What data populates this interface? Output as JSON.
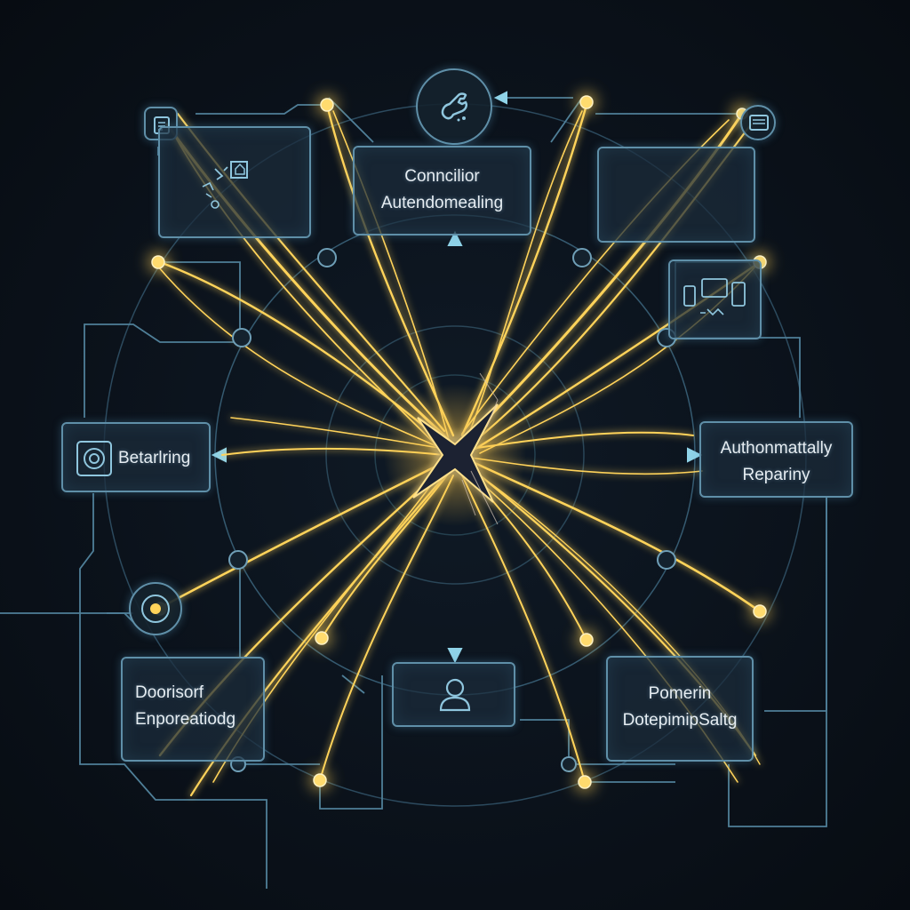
{
  "nodes": {
    "top_center": {
      "line1": "Conncilior",
      "line2": "Autendomealing"
    },
    "left": {
      "label": "Betarlring"
    },
    "right": {
      "line1": "Authonmattally",
      "line2": "Repariny"
    },
    "bottom_left": {
      "line1": "Doorisorf",
      "line2": "Enporeatiodg"
    },
    "bottom_right": {
      "line1": "Pomerin",
      "line2": "DotepimipSaltg"
    }
  },
  "icons": {
    "top_hub": "wrench-icon",
    "top_left_corner": "clipboard-icon",
    "top_right_corner": "panel-icon",
    "top_left_box": "network-sketch-icon",
    "right_small_box": "devices-icon",
    "left_box": "gear-target-icon",
    "bottom_center_box": "user-icon",
    "bottom_left_hub": "target-icon"
  },
  "colors": {
    "background": "#0b121b",
    "box_border": "#5f8fa8",
    "line": "#6f9fb7",
    "glow": "#ffd35a",
    "text": "#e6edf2"
  }
}
